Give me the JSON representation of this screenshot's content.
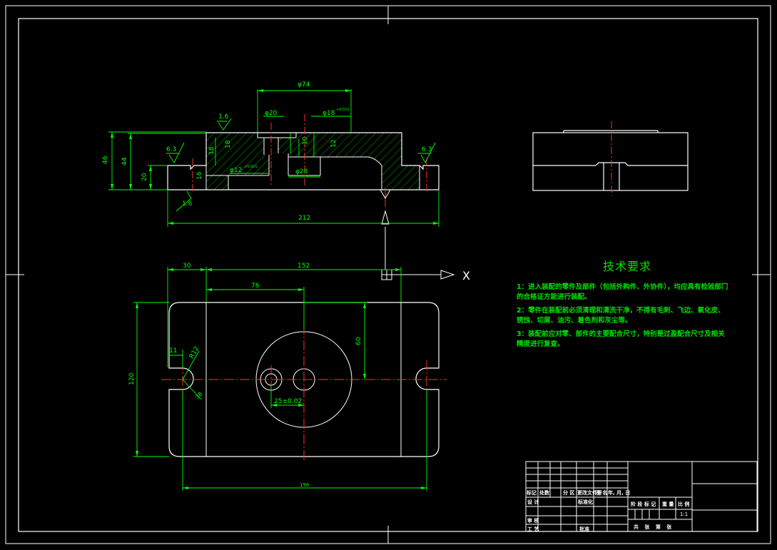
{
  "colors": {
    "background": "#000000",
    "outline": "#ffffff",
    "dimension": "#00ff00",
    "centerline": "#ff0000",
    "hatch": "#00cc00",
    "notes": "#00e000"
  },
  "section_view": {
    "dims": {
      "phi74": "φ74",
      "phi20": "φ20",
      "phi18": "φ18",
      "phi18_tol": "+0.021",
      "h46": "46",
      "h44": "44",
      "h20": "20",
      "width212": "212",
      "phi12": "φ12",
      "phi12_tol": "+0.021",
      "phi28": "φ28",
      "v18": "18",
      "v18b": "18",
      "v16": "16",
      "v10": "10",
      "v12": "12"
    },
    "roughness": [
      "1.6",
      "6.3",
      "1.6",
      "6.3"
    ]
  },
  "plan_view": {
    "dims": {
      "d30": "30",
      "d152": "152",
      "d76": "76",
      "d60": "60",
      "d120": "120",
      "d11": "11",
      "r12": "R12",
      "d25": "25±0.02",
      "d190": "190",
      "small": "38"
    },
    "axis_label": "X"
  },
  "notes": {
    "title": "技术要求",
    "items": [
      "1：进入装配的零件及部件（包括外购件、外协件），均应具有检验部门的合格证方能进行装配。",
      "2：零件在装配前必须清理和清洗干净，不得有毛刺、飞边、氧化皮、锈蚀、切屑、油污、着色剂和灰尘等。",
      "3：装配前应对零、部件的主要配合尺寸，特别是过盈配合尺寸及相关精度进行复查。"
    ]
  },
  "title_block": {
    "labels": {
      "mark": "标记",
      "count": "处数",
      "zone": "分 区",
      "docno": "更改文件号",
      "sign": "签 名",
      "date": "年, 月, 日",
      "design": "设 计",
      "standard": "标准化",
      "review": "审 核",
      "process": "工 艺",
      "approve": "批准",
      "stage": "阶 段 标 记",
      "weight": "重 量",
      "scale": "比 例",
      "scale_value": "1:1",
      "sheets": "共  张  第  张"
    }
  }
}
